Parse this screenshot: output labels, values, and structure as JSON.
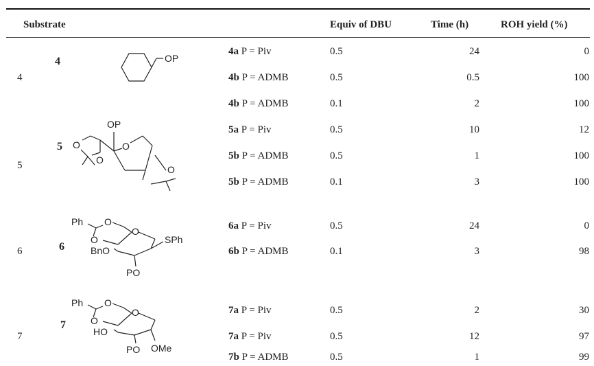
{
  "headers": {
    "substrate": "Substrate",
    "equiv": "Equiv of DBU",
    "time": "Time (h)",
    "yield": "ROH yield (%)"
  },
  "groups": [
    {
      "entry": "4",
      "label": "4",
      "groups": [
        "OP"
      ]
    },
    {
      "entry": "5",
      "label": "5",
      "groups": [
        "OP",
        "O",
        "O",
        "O",
        "O"
      ]
    },
    {
      "entry": "6",
      "label": "6",
      "groups": [
        "Ph",
        "O",
        "O",
        "O",
        "BnO",
        "SPh",
        "PO"
      ]
    },
    {
      "entry": "7",
      "label": "7",
      "groups": [
        "Ph",
        "O",
        "O",
        "O",
        "HO",
        "PO",
        "OMe"
      ]
    }
  ],
  "rows": [
    {
      "compound": "4a",
      "pgroup": "P = Piv",
      "equiv": "0.5",
      "time": "24",
      "yield": "0"
    },
    {
      "compound": "4b",
      "pgroup": "P = ADMB",
      "equiv": "0.5",
      "time": "0.5",
      "yield": "100"
    },
    {
      "compound": "4b",
      "pgroup": "P = ADMB",
      "equiv": "0.1",
      "time": "2",
      "yield": "100"
    },
    {
      "compound": "5a",
      "pgroup": "P = Piv",
      "equiv": "0.5",
      "time": "10",
      "yield": "12"
    },
    {
      "compound": "5b",
      "pgroup": "P = ADMB",
      "equiv": "0.5",
      "time": "1",
      "yield": "100"
    },
    {
      "compound": "5b",
      "pgroup": "P = ADMB",
      "equiv": "0.1",
      "time": "3",
      "yield": "100"
    },
    {
      "compound": "6a",
      "pgroup": "P = Piv",
      "equiv": "0.5",
      "time": "24",
      "yield": "0"
    },
    {
      "compound": "6b",
      "pgroup": "P = ADMB",
      "equiv": "0.1",
      "time": "3",
      "yield": "98"
    },
    {
      "compound": "7a",
      "pgroup": "P = Piv",
      "equiv": "0.5",
      "time": "2",
      "yield": "30"
    },
    {
      "compound": "7a",
      "pgroup": "P = Piv",
      "equiv": "0.5",
      "time": "12",
      "yield": "97"
    },
    {
      "compound": "7b",
      "pgroup": "P = ADMB",
      "equiv": "0.5",
      "time": "1",
      "yield": "99"
    }
  ]
}
